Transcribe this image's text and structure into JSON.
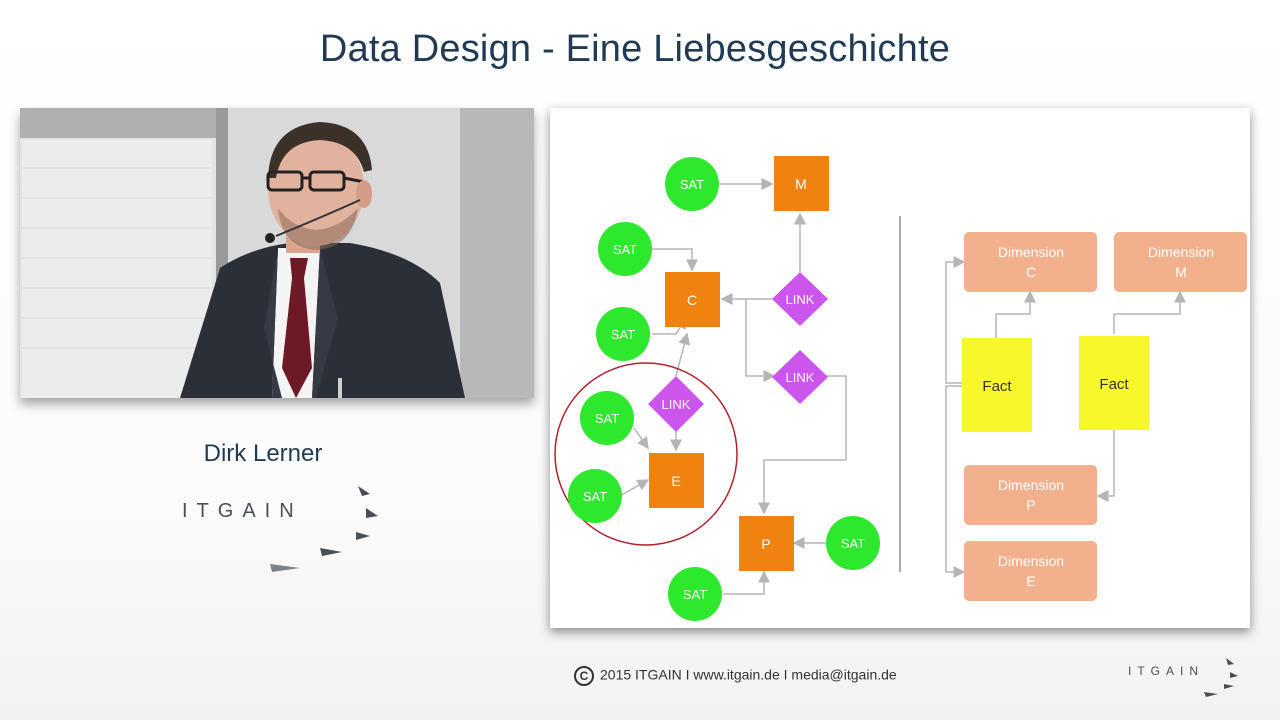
{
  "title": "Data Design - Eine Liebesgeschichte",
  "speaker": "Dirk Lerner",
  "logo_text": "ITGAIN",
  "footer": {
    "copyright_symbol": "C",
    "text": "2015 ITGAIN I www.itgain.de I media@itgain.de"
  },
  "diagram": {
    "sat_label": "SAT",
    "link_label": "LINK",
    "hubs": {
      "m": "M",
      "c": "C",
      "e": "E",
      "p": "P"
    },
    "facts": [
      "Fact",
      "Fact"
    ],
    "dimensions": [
      {
        "line1": "Dimension",
        "line2": "C"
      },
      {
        "line1": "Dimension",
        "line2": "M"
      },
      {
        "line1": "Dimension",
        "line2": "P"
      },
      {
        "line1": "Dimension",
        "line2": "E"
      }
    ]
  },
  "colors": {
    "title": "#1f3a55",
    "sat": "#2ee82e",
    "hub": "#f0820f",
    "link": "#cc55ee",
    "fact": "#f7f72b",
    "dimension": "#f2b08c",
    "highlight_circle": "#b3202a"
  }
}
